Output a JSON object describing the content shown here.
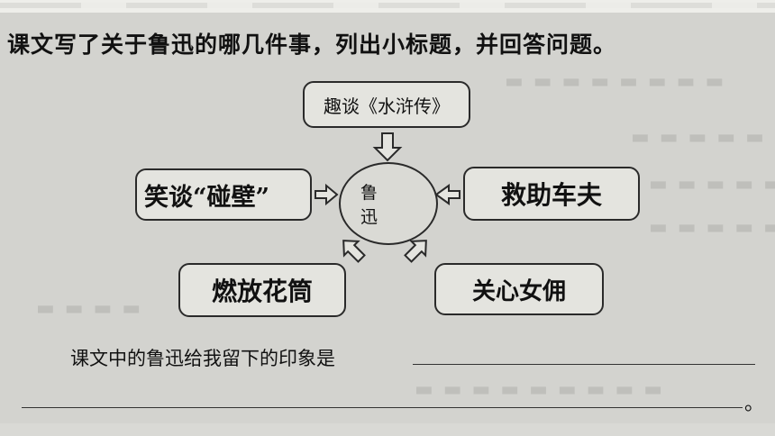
{
  "question": "课文写了关于鲁迅的哪几件事，列出小标题，并回答问题。",
  "diagram": {
    "center": "鲁 迅",
    "top": "趣谈《水浒传》",
    "left": "笑谈“碰壁”",
    "right": "救助车夫",
    "bottom_left": "燃放花筒",
    "bottom_right": "关心女佣"
  },
  "impression_prompt": "课文中的鲁迅给我留下的印象是",
  "end_mark": "。"
}
